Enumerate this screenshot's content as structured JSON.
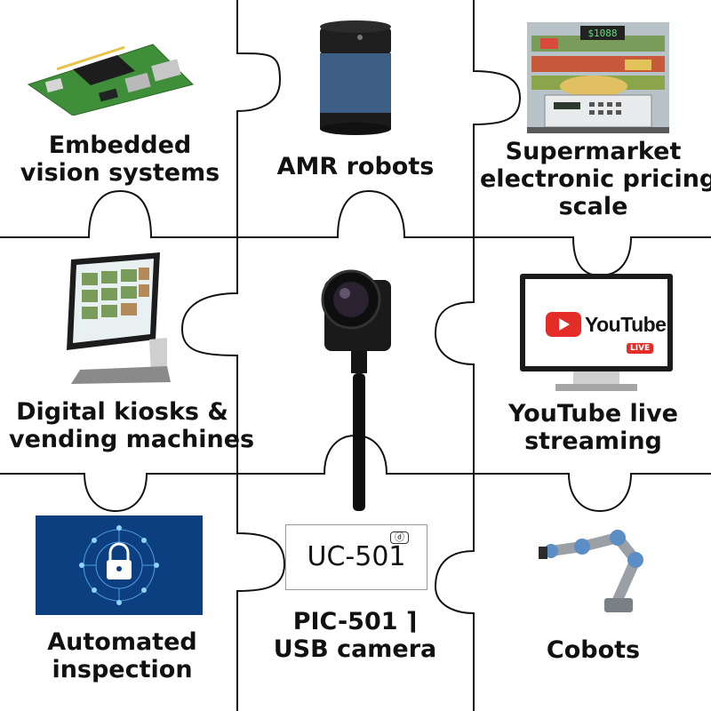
{
  "tiles": {
    "embedded": {
      "label_line1": "Embedded",
      "label_line2": "vision systems",
      "icon": "circuit-board-icon"
    },
    "amr": {
      "label": "AMR robots",
      "icon": "cylinder-camera-icon"
    },
    "supermarket": {
      "label_line1": "Supermarket",
      "label_line2": "electronic pricing",
      "label_line3": "scale",
      "display_value": "$1088",
      "icon": "pricing-scale-icon"
    },
    "kiosk": {
      "label_line1": "Digital kiosks &",
      "label_line2": "vending machines",
      "icon": "kiosk-icon"
    },
    "center": {
      "icon": "usb-camera-icon"
    },
    "youtube": {
      "label_line1": "YouTube live",
      "label_line2": "streaming",
      "logo_text": "YouTube",
      "live_badge": "LIVE",
      "icon": "monitor-icon"
    },
    "inspection": {
      "label_line1": "Automated",
      "label_line2": "inspection",
      "icon": "padlock-network-icon"
    },
    "product": {
      "box_text": "UC-501",
      "box_mini": "ⓓ",
      "label_line1": "PIC-501 ⌉",
      "label_line2": "USB camera"
    },
    "cobots": {
      "label": "Cobots",
      "icon": "robot-arm-icon"
    }
  },
  "colors": {
    "board_green": "#3f8f3a",
    "camera_blue": "#3d5f86",
    "youtube_red": "#e52d27",
    "inspection_blue": "#0b3f7f",
    "line": "#111111"
  }
}
